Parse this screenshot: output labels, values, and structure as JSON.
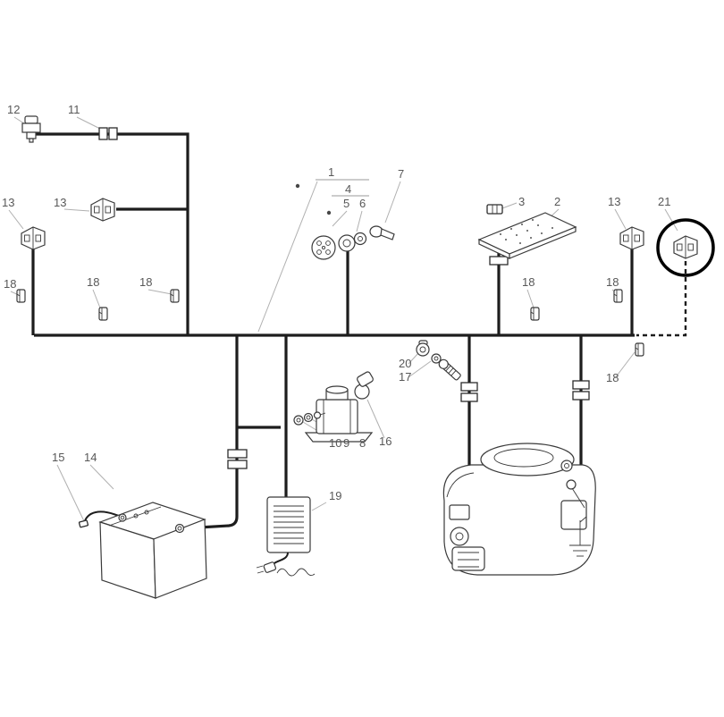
{
  "diagram": {
    "background": "#ffffff",
    "colors": {
      "wire": "#1d1d1d",
      "outline": "#3a3a3a",
      "label": "#585858",
      "leader": "#b0b0b0",
      "highlight": "#000000"
    },
    "highlighted_part": "21",
    "labels": [
      "12",
      "11",
      "13",
      "13",
      "18",
      "18",
      "18",
      "1",
      "4",
      "5",
      "6",
      "7",
      "3",
      "2",
      "13",
      "21",
      "18",
      "18",
      "18",
      "20",
      "17",
      "10",
      "9",
      "8",
      "16",
      "15",
      "14",
      "19"
    ]
  }
}
